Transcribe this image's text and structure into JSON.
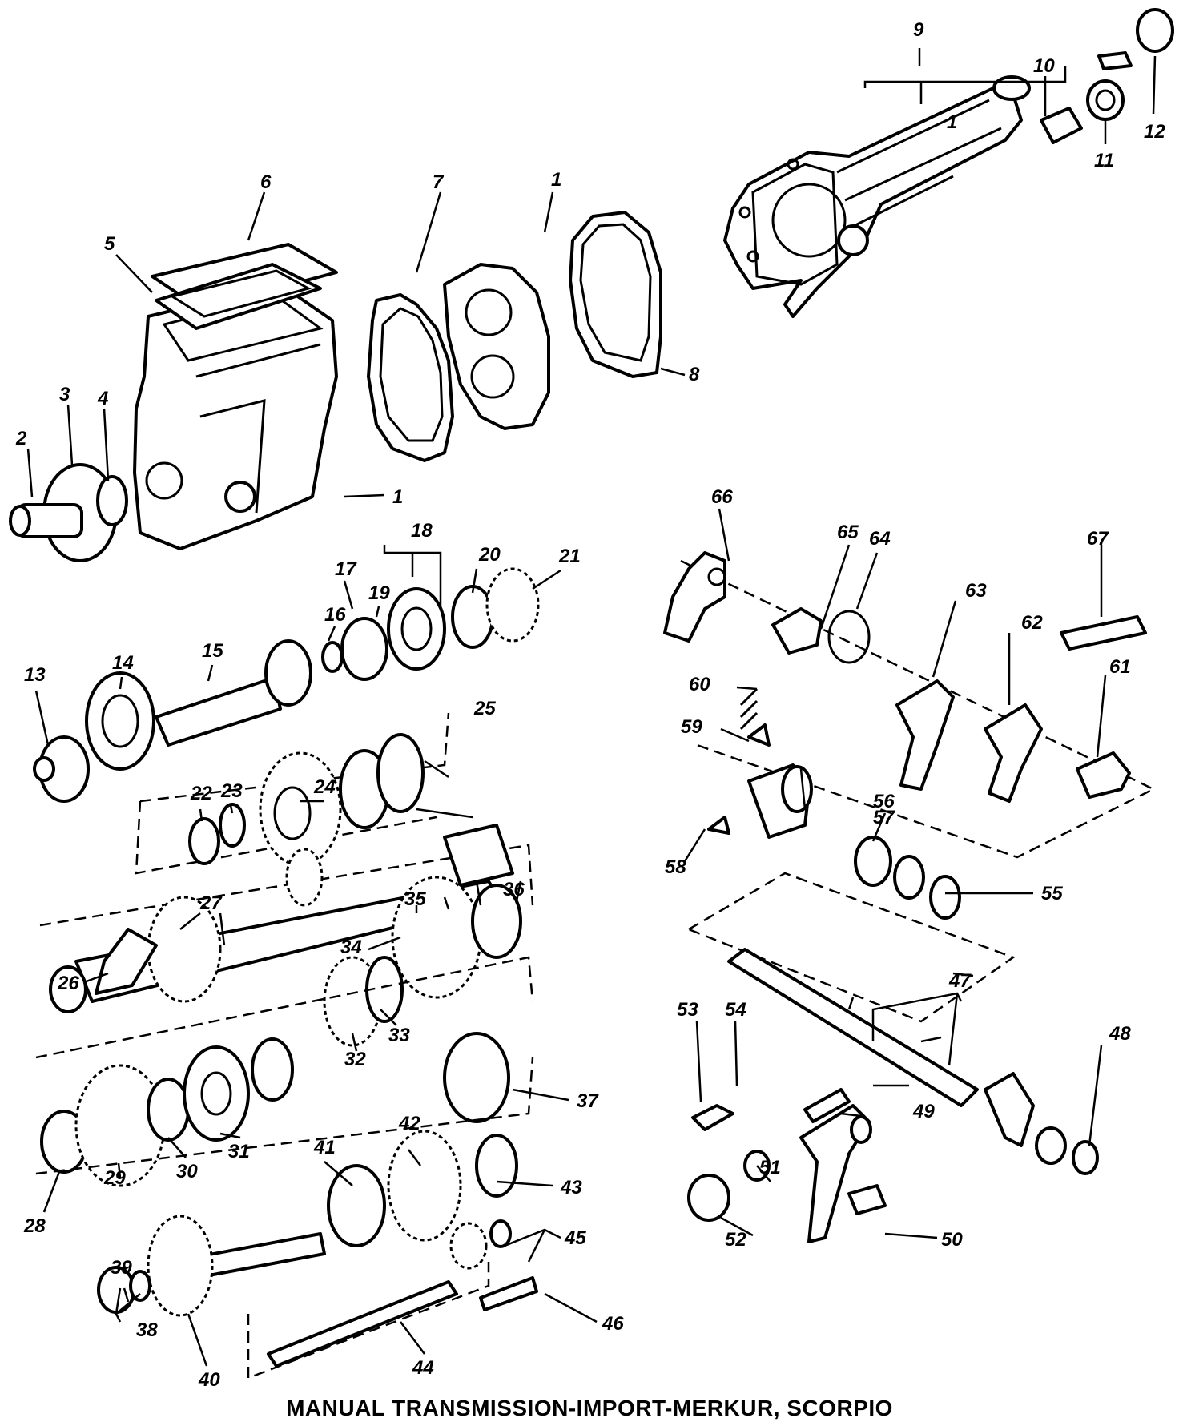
{
  "caption": "MANUAL TRANSMISSION-IMPORT-MERKUR, SCORPIO",
  "callouts": [
    "1",
    "1",
    "1",
    "2",
    "3",
    "4",
    "5",
    "6",
    "7",
    "8",
    "9",
    "10",
    "11",
    "12",
    "13",
    "14",
    "15",
    "16",
    "17",
    "18",
    "19",
    "20",
    "21",
    "22",
    "23",
    "24",
    "25",
    "26",
    "27",
    "28",
    "29",
    "30",
    "31",
    "32",
    "33",
    "34",
    "35",
    "36",
    "37",
    "38",
    "39",
    "40",
    "41",
    "42",
    "43",
    "44",
    "45",
    "46",
    "47",
    "48",
    "49",
    "50",
    "51",
    "52",
    "53",
    "54",
    "55",
    "56",
    "57",
    "58",
    "59",
    "60",
    "61",
    "62",
    "63",
    "64",
    "65",
    "66",
    "67"
  ]
}
